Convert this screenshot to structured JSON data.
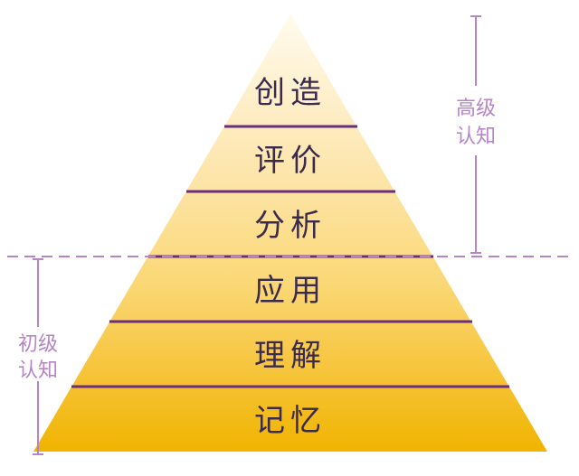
{
  "levels": [
    {
      "label": "创造"
    },
    {
      "label": "评价"
    },
    {
      "label": "分析"
    },
    {
      "label": "应用"
    },
    {
      "label": "理解"
    },
    {
      "label": "记忆"
    }
  ],
  "groups": {
    "higher": {
      "line1": "高级",
      "line2": "认知"
    },
    "lower": {
      "line1": "初级",
      "line2": "认知"
    }
  },
  "colors": {
    "divider": "#6b2d7e",
    "bracket": "#b685c8",
    "top_fill": "#fff6de",
    "bottom_fill": "#f0b400",
    "level_text": "#3a2a4e"
  }
}
